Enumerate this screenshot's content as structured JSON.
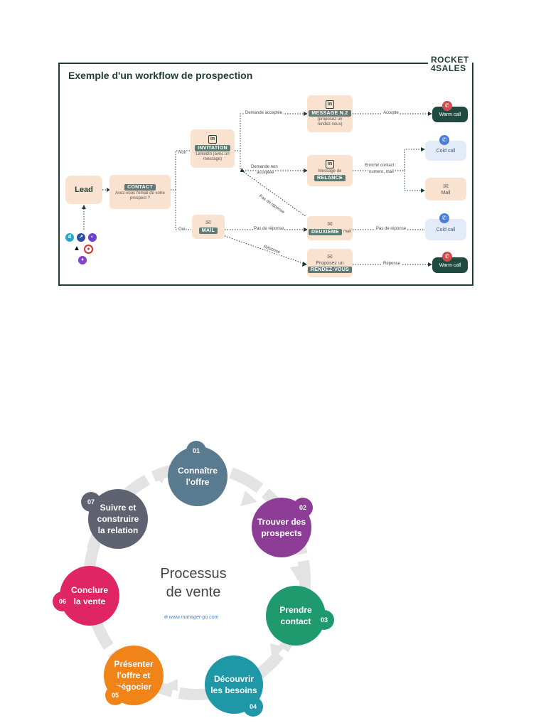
{
  "workflow": {
    "title": "Exemple d'un workflow de prospection",
    "brand_line1": "ROCKET",
    "brand_line2": "4SALES",
    "lead": "Lead",
    "contact": {
      "tag": "CONTACT",
      "text": "Avez-vous l'email de votre prospect ?"
    },
    "branch_no": "Non",
    "branch_yes": "Oui",
    "invitation": {
      "tag": "INVITATION",
      "text": "LinkedIn (avec un message)"
    },
    "mail": {
      "tag": "MAIL"
    },
    "message2": {
      "tag": "MESSAGE N.2",
      "text": "(proposez un rendez-vous)"
    },
    "relance": {
      "pre": "Message de",
      "tag": "RELANCE"
    },
    "deuxieme": {
      "tag": "DEUXIÈME",
      "suffix": "mail"
    },
    "rdv": {
      "pre": "Proposez un",
      "tag": "RENDEZ-VOUS"
    },
    "labels": {
      "demande_acceptee": "Demande acceptée",
      "demande_non_acceptee_1": "Demande non",
      "demande_non_acceptee_2": "acceptée",
      "accepte": "Accepte",
      "enrichir_1": "Enrichir contact :",
      "enrichir_2": "numero, mail",
      "pas_de_reponse_diag": "Pas de réponse",
      "pas_de_reponse_mail": "Pas de réponse",
      "pas_de_reponse_cold": "Pas de réponse",
      "reponse_diag": "Réponse",
      "reponse": "Réponse"
    },
    "ends": {
      "warm_call_1": "Warm call",
      "cold_call_1": "Cold call",
      "mail_end": "Mail",
      "cold_call_2": "Cold call",
      "warm_call_2": "Warm call"
    },
    "colors": {
      "dark_green": "#1f3d36",
      "peach": "#f9e2d0",
      "tag_green": "#5e7a73",
      "cold_blue": "#e3eaf8"
    }
  },
  "cycle": {
    "title_line1": "Processus",
    "title_line2": "de vente",
    "credit": "www.manager-go.com",
    "steps": [
      {
        "num": "01",
        "line1": "Connaître",
        "line2": "l'offre",
        "line3": "",
        "color": "#5a7a8f"
      },
      {
        "num": "02",
        "line1": "Trouver des",
        "line2": "prospects",
        "line3": "",
        "color": "#8e3d96"
      },
      {
        "num": "03",
        "line1": "Prendre",
        "line2": "contact",
        "line3": "",
        "color": "#1f9a6f"
      },
      {
        "num": "04",
        "line1": "Découvrir",
        "line2": "les besoins",
        "line3": "",
        "color": "#1e97a6"
      },
      {
        "num": "05",
        "line1": "Présenter",
        "line2": "l'offre et",
        "line3": "négocier",
        "color": "#f08418"
      },
      {
        "num": "06",
        "line1": "Conclure",
        "line2": "la vente",
        "line3": "",
        "color": "#df2563"
      },
      {
        "num": "07",
        "line1": "Suivre et",
        "line2": "construire",
        "line3": "la relation",
        "color": "#5f6371"
      }
    ]
  }
}
